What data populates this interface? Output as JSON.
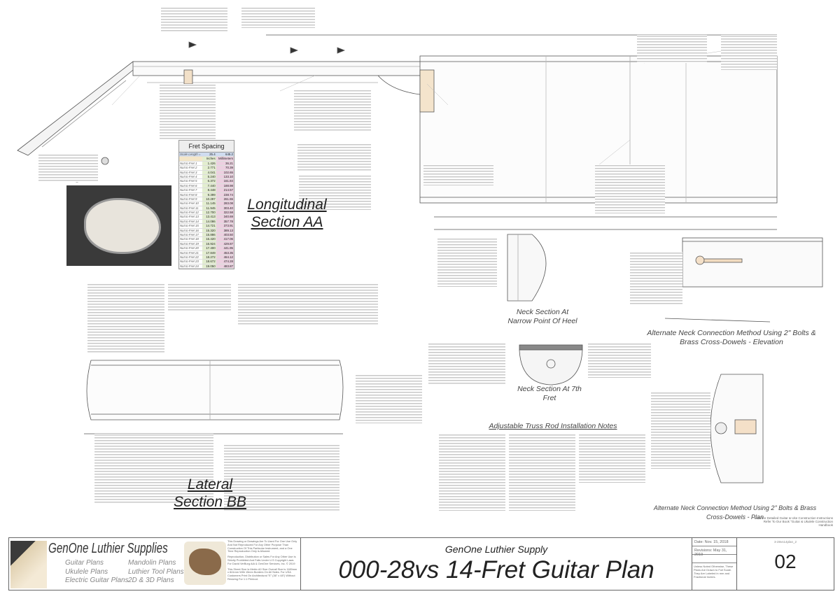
{
  "sections": {
    "longitudinal": "Longitudinal Section AA",
    "lateral": "Lateral Section BB"
  },
  "captions": {
    "neck_heel": "Neck Section At Narrow Point Of Heel",
    "neck_7th": "Neck Section At 7th Fret",
    "truss_notes": "Adjustable Truss Rod Installation Notes",
    "alt_elev": "Alternate Neck Connection Method Using 2\" Bolts & Brass Cross-Dowels - Elevation",
    "alt_plan": "Alternate Neck Connection Method Using 2\" Bolts & Brass Cross-Dowels - Plan"
  },
  "fret_table": {
    "title": "Fret Spacing",
    "scale_label": "Scale Length =",
    "scale_in": "25.4",
    "scale_mm": "645.2",
    "col_in": "Inches",
    "col_mm": "Millimeters",
    "rows": [
      [
        "Nut to Fret 1",
        "1.426",
        "36.21"
      ],
      [
        "Nut to Fret 2",
        "2.771",
        "70.39"
      ],
      [
        "Nut to Fret 3",
        "4.041",
        "102.65"
      ],
      [
        "Nut to Fret 4",
        "5.240",
        "133.10"
      ],
      [
        "Nut to Fret 5",
        "6.372",
        "161.84"
      ],
      [
        "Nut to Fret 6",
        "7.440",
        "188.98"
      ],
      [
        "Nut to Fret 7",
        "8.448",
        "214.57"
      ],
      [
        "Nut to Fret 8",
        "9.399",
        "238.74"
      ],
      [
        "Nut to Fret 9",
        "10.297",
        "261.55"
      ],
      [
        "Nut to Fret 10",
        "11.145",
        "283.08"
      ],
      [
        "Nut to Fret 11",
        "11.945",
        "303.40"
      ],
      [
        "Nut to Fret 12",
        "12.700",
        "322.58"
      ],
      [
        "Nut to Fret 13",
        "13.413",
        "340.69"
      ],
      [
        "Nut to Fret 14",
        "14.086",
        "357.78"
      ],
      [
        "Nut to Fret 15",
        "14.721",
        "373.91"
      ],
      [
        "Nut to Fret 16",
        "15.320",
        "389.13"
      ],
      [
        "Nut to Fret 17",
        "15.886",
        "403.50"
      ],
      [
        "Nut to Fret 18",
        "16.420",
        "417.06"
      ],
      [
        "Nut to Fret 19",
        "16.924",
        "429.87"
      ],
      [
        "Nut to Fret 20",
        "17.400",
        "441.95"
      ],
      [
        "Nut to Fret 21",
        "17.849",
        "453.35"
      ],
      [
        "Nut to Fret 22",
        "18.272",
        "464.12"
      ],
      [
        "Nut to Fret 23",
        "18.672",
        "474.28"
      ],
      [
        "Nut to Fret 24",
        "19.050",
        "483.87"
      ]
    ]
  },
  "title_block": {
    "brand": "GenOne Luthier Supplies",
    "links": [
      "Guitar Plans",
      "Ukulele Plans",
      "Electric Guitar Plans",
      "Mandolin Plans",
      "Luthier Tool Plans",
      "2D & 3D Plans"
    ],
    "notice": [
      "This Drawing or Drawings Are To Used For One Use Only And Not Reproduced For Any Other Purpose Than Construction Of This Particular Instrument, and a One Time Reproduction Only is Allowed.",
      "Reproduction, Distribution or Sales For Any Other Use Is Strictly Prohibited And Falls Under U.S Copyright Laws For David VerBurg AIA & GenOne Services, Inc. © 2019",
      "This Sheet Size Is Metric A0 Size Overall Size is 1189mm x 841mm With 15mm Borders On All Sides. For USA Customers Print On Architectural \"E\" (36\" x 48\") Without Resizing For 1:1 Printout."
    ],
    "company": "GenOne Luthier Supply",
    "title": "000-28vs 14-Fret Guitar Plan",
    "date": "Date: Nov. 15, 2018",
    "revisions": "Revisions: May 31, 2019",
    "units_note": "Unless Noted Otherwise, These Plans Are Drawn to Full Scale. They Are Labeled in mm and Fractional Inches.",
    "file_id": "3-28vs14plan_2",
    "sheet": "02"
  },
  "detail_note": "Note For Detailed Guitar & Uke Construction Instructions Refer To Our Book \"Guitar & Ukulele Construction Handbook"
}
